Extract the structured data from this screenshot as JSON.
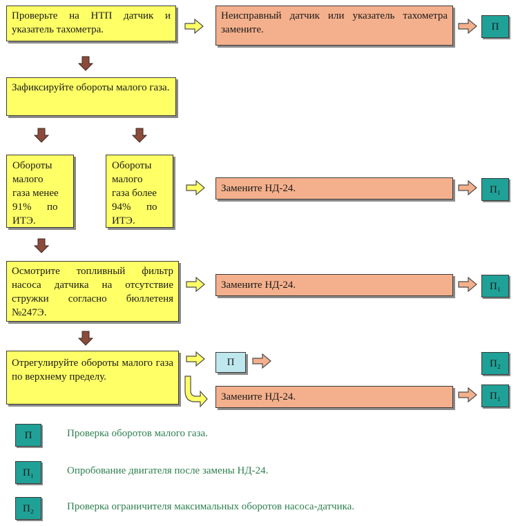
{
  "boxes": {
    "check_ntp": "Проверьте на НТП датчик и указатель тахометра.",
    "replace_faulty": "Неисправный датчик или указатель тахометра замените.",
    "fix_idle": "Зафиксируйте обороты малого газа.",
    "idle_less": [
      "Обороты",
      "малого",
      "газа менее",
      "91%      по",
      "ИТЭ."
    ],
    "idle_more": [
      "Обороты",
      "малого",
      "газа более",
      "94%      по",
      "ИТЭ."
    ],
    "replace_nd24_a": "Замените НД-24.",
    "inspect_filter": "Осмотрите топливный фильтр насоса датчика на отсутствие стружки согласно бюллетеня №247Э.",
    "replace_nd24_b": "Замените НД-24.",
    "adjust_idle": "Отрегулируйте обороты малого газа по верхнему пределу.",
    "replace_nd24_c": "Замените НД-24."
  },
  "tags": {
    "p": "П",
    "p1": "П₁",
    "p2": "П₂"
  },
  "legend": [
    {
      "tag": "П",
      "text": "Проверка оборотов малого газа."
    },
    {
      "tag": "П₁",
      "text": "Опробование двигателя после замены НД-24."
    },
    {
      "tag": "П₂",
      "text": "Проверка ограничителя максимальных оборотов насоса-датчика."
    }
  ],
  "colors": {
    "action_box": "#ffff66",
    "result_box": "#f4b08c",
    "check_tag": "#1fa197",
    "legend_text": "#2d7f4e",
    "down_arrow": "#8b4a3c"
  }
}
